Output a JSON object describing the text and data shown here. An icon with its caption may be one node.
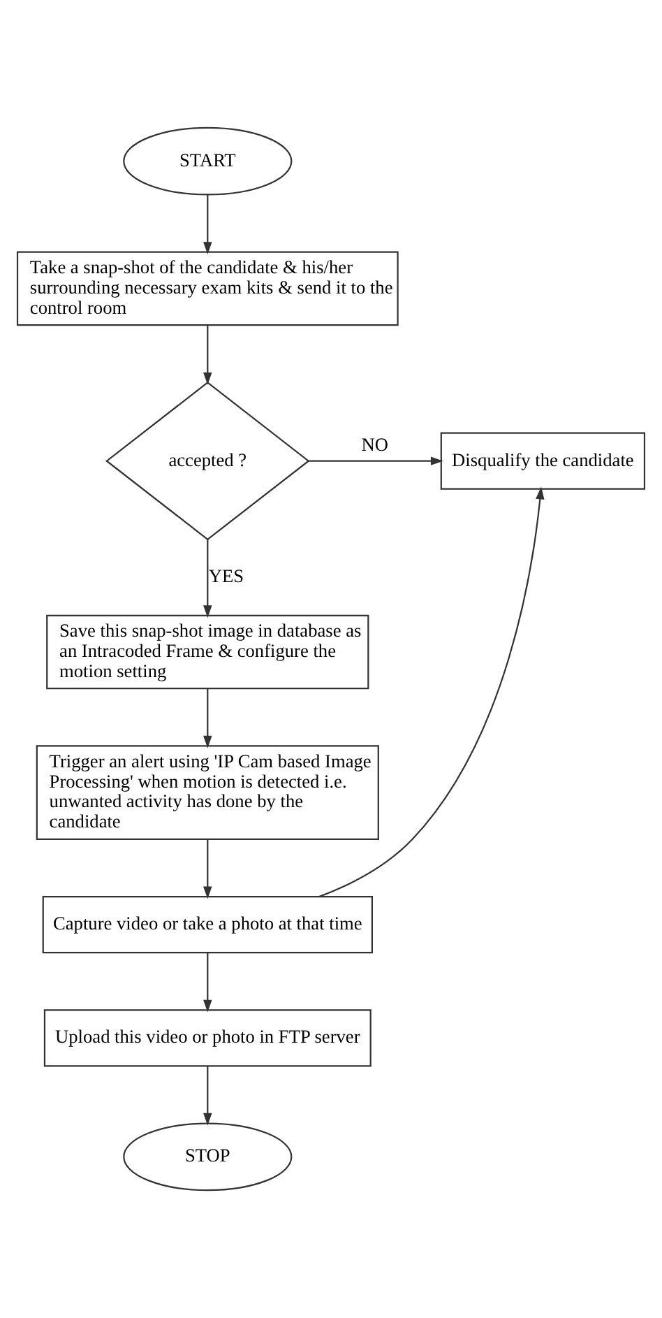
{
  "diagram": {
    "nodes": [
      {
        "text": [
          "START"
        ]
      },
      {
        "text": [
          "Take a snap-shot of the candidate & his/her surrounding necessary exam kits & send it to the control room"
        ]
      },
      {
        "text": [
          "accepted ?"
        ]
      },
      {
        "text": [
          "Disqualify the candidate"
        ]
      },
      {
        "text": [
          "Save this snap-shot image in database as an Intracoded Frame & configure the motion setting"
        ]
      },
      {
        "text": [
          "Trigger an alert using 'IP Cam based Image Processing' when motion is detected i.e. unwanted activity has done by the candidate"
        ]
      },
      {
        "text": [
          "Capture video or take a photo at that time"
        ]
      },
      {
        "text": [
          "Upload this video or photo in FTP server"
        ]
      },
      {
        "text": [
          "STOP"
        ]
      }
    ],
    "edges": [
      {
        "from": 0,
        "to": 1,
        "arrow": "to"
      },
      {
        "from": 1,
        "to": 2,
        "arrow": "to"
      },
      {
        "from": 2,
        "to": 3,
        "arrow": "to",
        "label": "NO"
      },
      {
        "from": 2,
        "to": 4,
        "arrow": "to",
        "label": "YES"
      },
      {
        "from": 4,
        "to": 5,
        "arrow": "to"
      },
      {
        "from": 5,
        "to": 6,
        "arrow": "to"
      },
      {
        "from": 6,
        "to": 3,
        "arrow": "to"
      },
      {
        "from": 6,
        "to": 7,
        "arrow": "to"
      },
      {
        "from": 7,
        "to": 8,
        "arrow": "to"
      }
    ]
  }
}
